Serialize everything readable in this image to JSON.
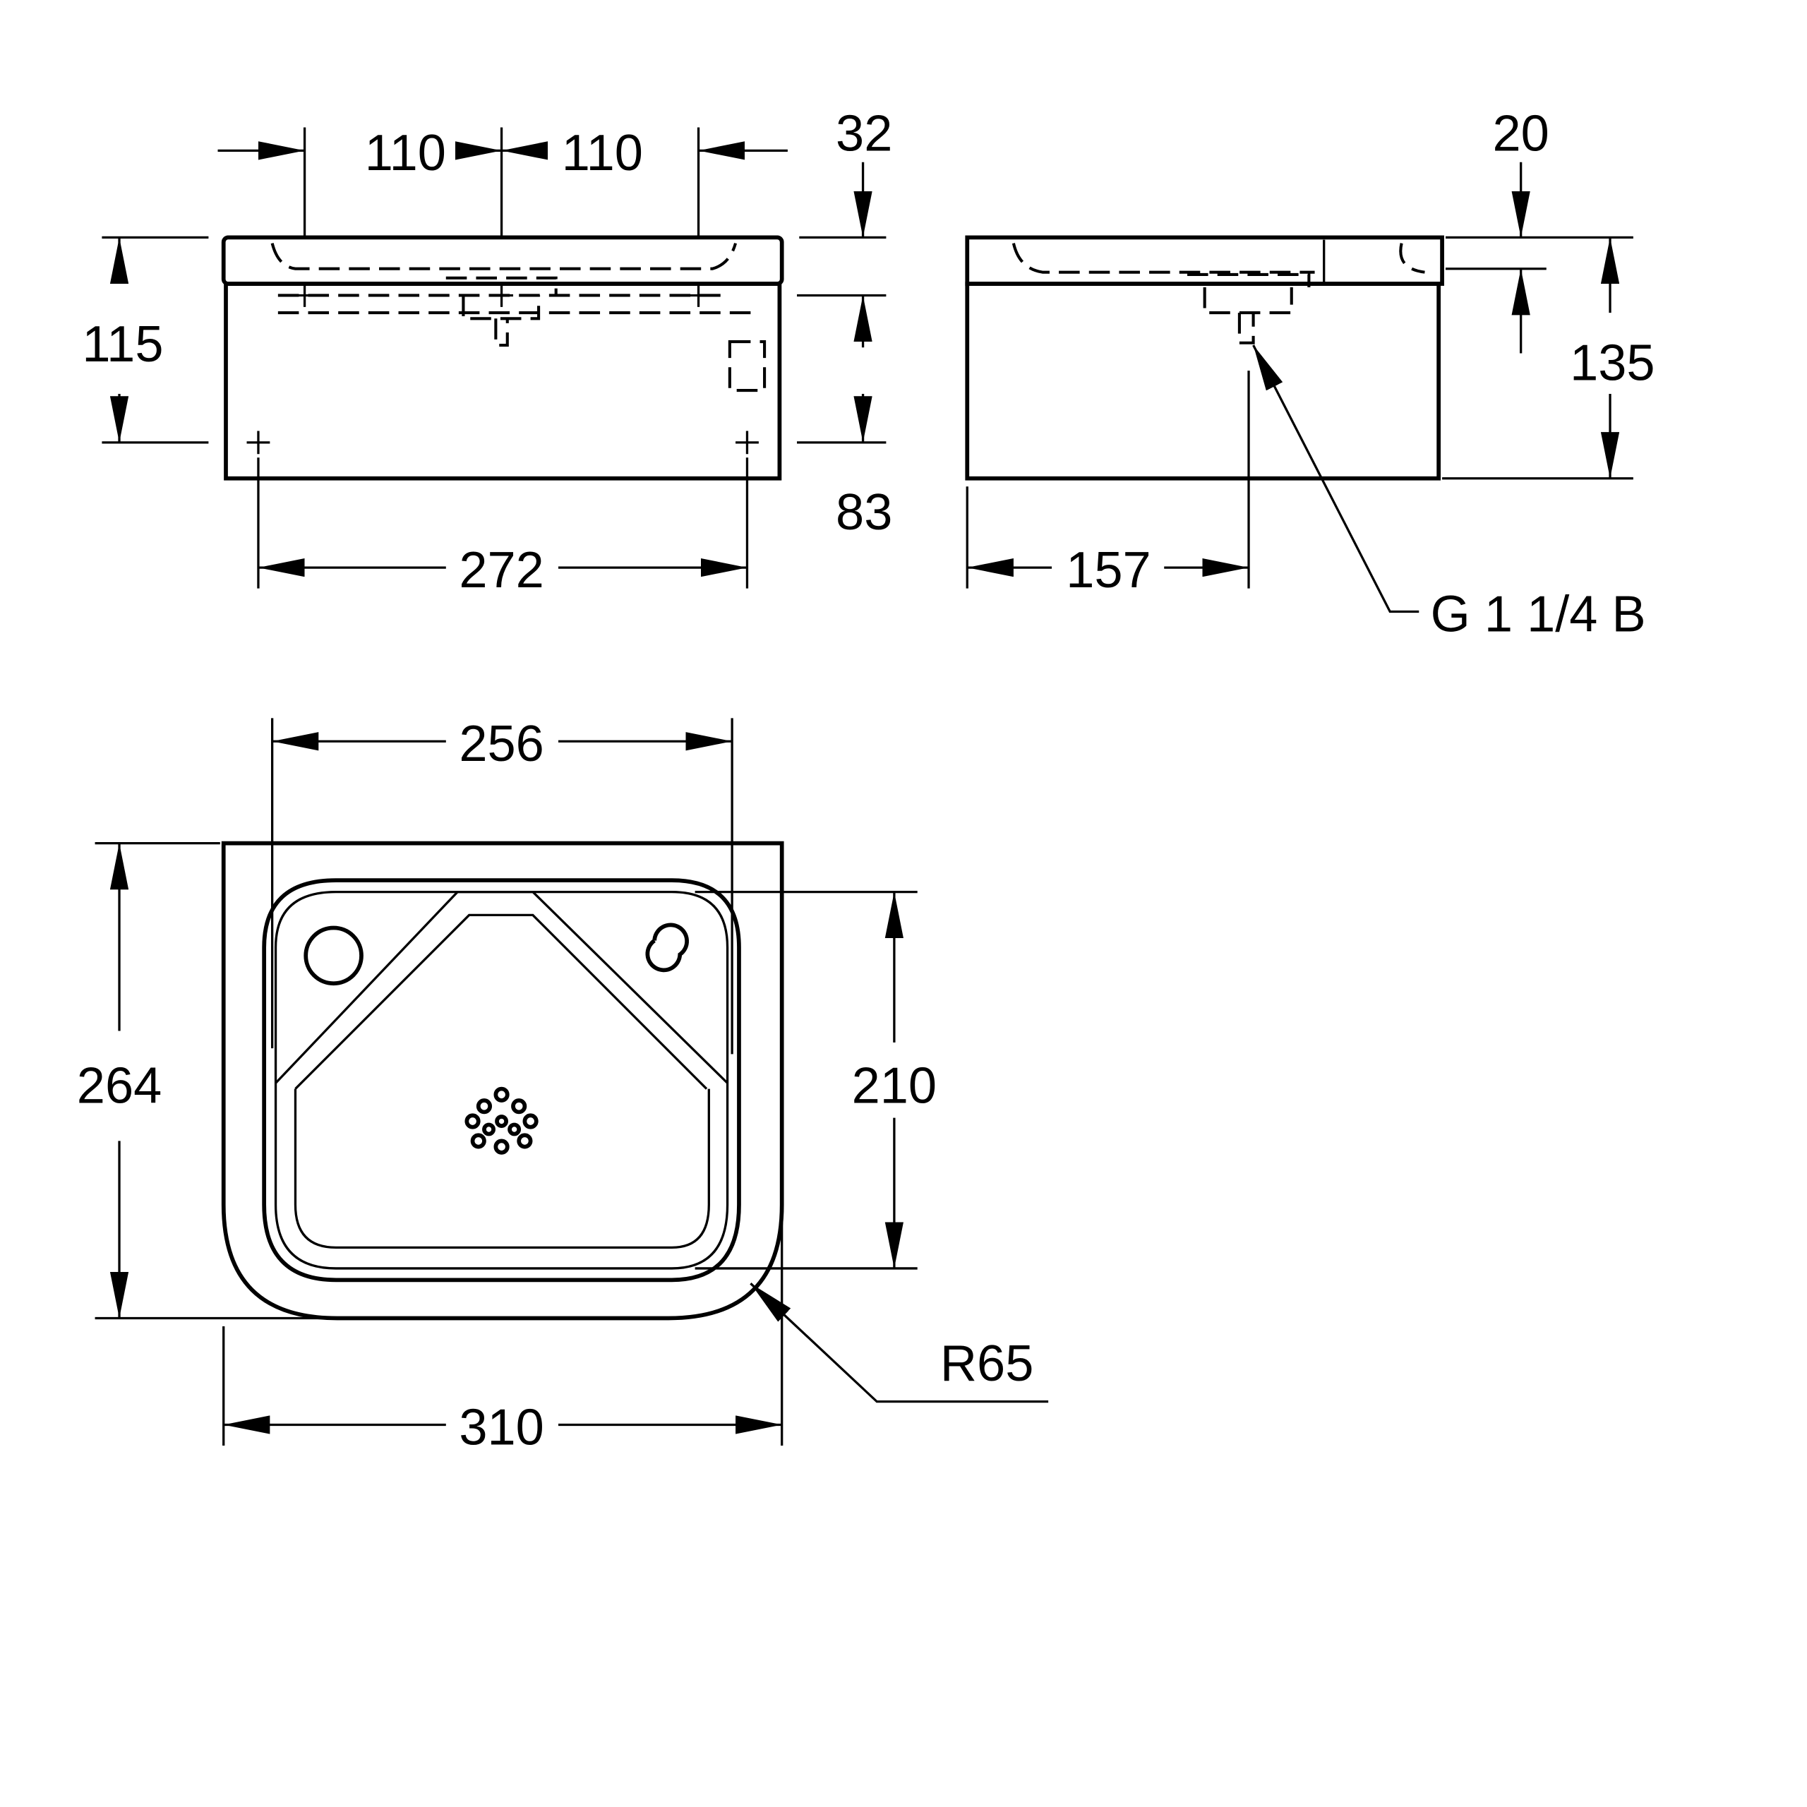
{
  "front_view": {
    "dim_left_offset": "110",
    "dim_right_offset": "110",
    "dim_rim_top": "32",
    "dim_height_115": "115",
    "dim_height_83": "83",
    "dim_width_272": "272"
  },
  "side_view": {
    "dim_rim": "20",
    "dim_height": "135",
    "dim_depth": "157",
    "thread_label": "G 1 1/4 B"
  },
  "plan_view": {
    "dim_inner_width": "256",
    "dim_depth": "264",
    "dim_inner_depth": "210",
    "dim_width": "310",
    "radius_label": "R65"
  }
}
